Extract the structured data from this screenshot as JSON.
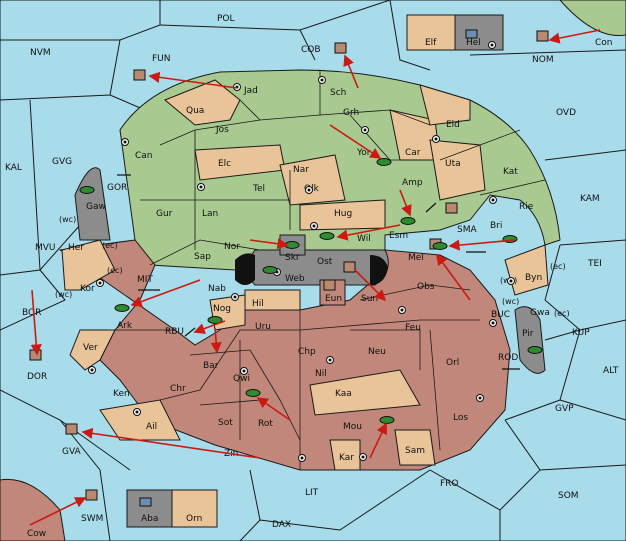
{
  "map": {
    "sea_regions": [
      "POL",
      "NVM",
      "FUN",
      "COB",
      "NOM",
      "Con",
      "OVD",
      "KAL",
      "GVG",
      "GOR",
      "MVU",
      "MIT",
      "BOR",
      "DOR",
      "RBU",
      "KAM",
      "TEI",
      "SMA",
      "BUC",
      "KUP",
      "ROD",
      "ALT",
      "GVP",
      "GVA",
      "SOM",
      "FRO",
      "LIT",
      "SWM",
      "DAX",
      "Cow"
    ],
    "land_labels": [
      "Jad",
      "Sch",
      "Qua",
      "Jos",
      "Grh",
      "Eld",
      "Can",
      "Yor",
      "Car",
      "Uta",
      "Elc",
      "Tel",
      "Nar",
      "Amp",
      "Kat",
      "Olk",
      "Gur",
      "Lan",
      "Hug",
      "Rie",
      "Gaw",
      "Esm",
      "Bri",
      "Nor",
      "Wil",
      "Her",
      "Sap",
      "Skr",
      "Ost",
      "Mel",
      "Web",
      "Kor",
      "Byn",
      "Nab",
      "Hil",
      "Eun",
      "Sun",
      "Obs",
      "Gwa",
      "Pir",
      "Ark",
      "Nog",
      "Uru",
      "Feu",
      "Ver",
      "Chp",
      "Neu",
      "Orl",
      "Bar",
      "Qwi",
      "Nil",
      "Ken",
      "Chr",
      "Kaa",
      "Los",
      "Sot",
      "Rot",
      "Mou",
      "Ail",
      "Sam",
      "Zin",
      "Kar",
      "Elf",
      "Hel",
      "Aba",
      "Orn"
    ],
    "coast_marks": [
      "(wc)",
      "(ec)",
      "(wc)",
      "(ec)",
      "(wc)",
      "(wc)",
      "(ec)",
      "(ec)"
    ],
    "colors": {
      "sea": "#a8dcea",
      "green": "#a8c98f",
      "tan": "#e8c498",
      "red": "#c1877b",
      "gray": "#8c8c8c",
      "arrow": "#cc1a12"
    }
  }
}
